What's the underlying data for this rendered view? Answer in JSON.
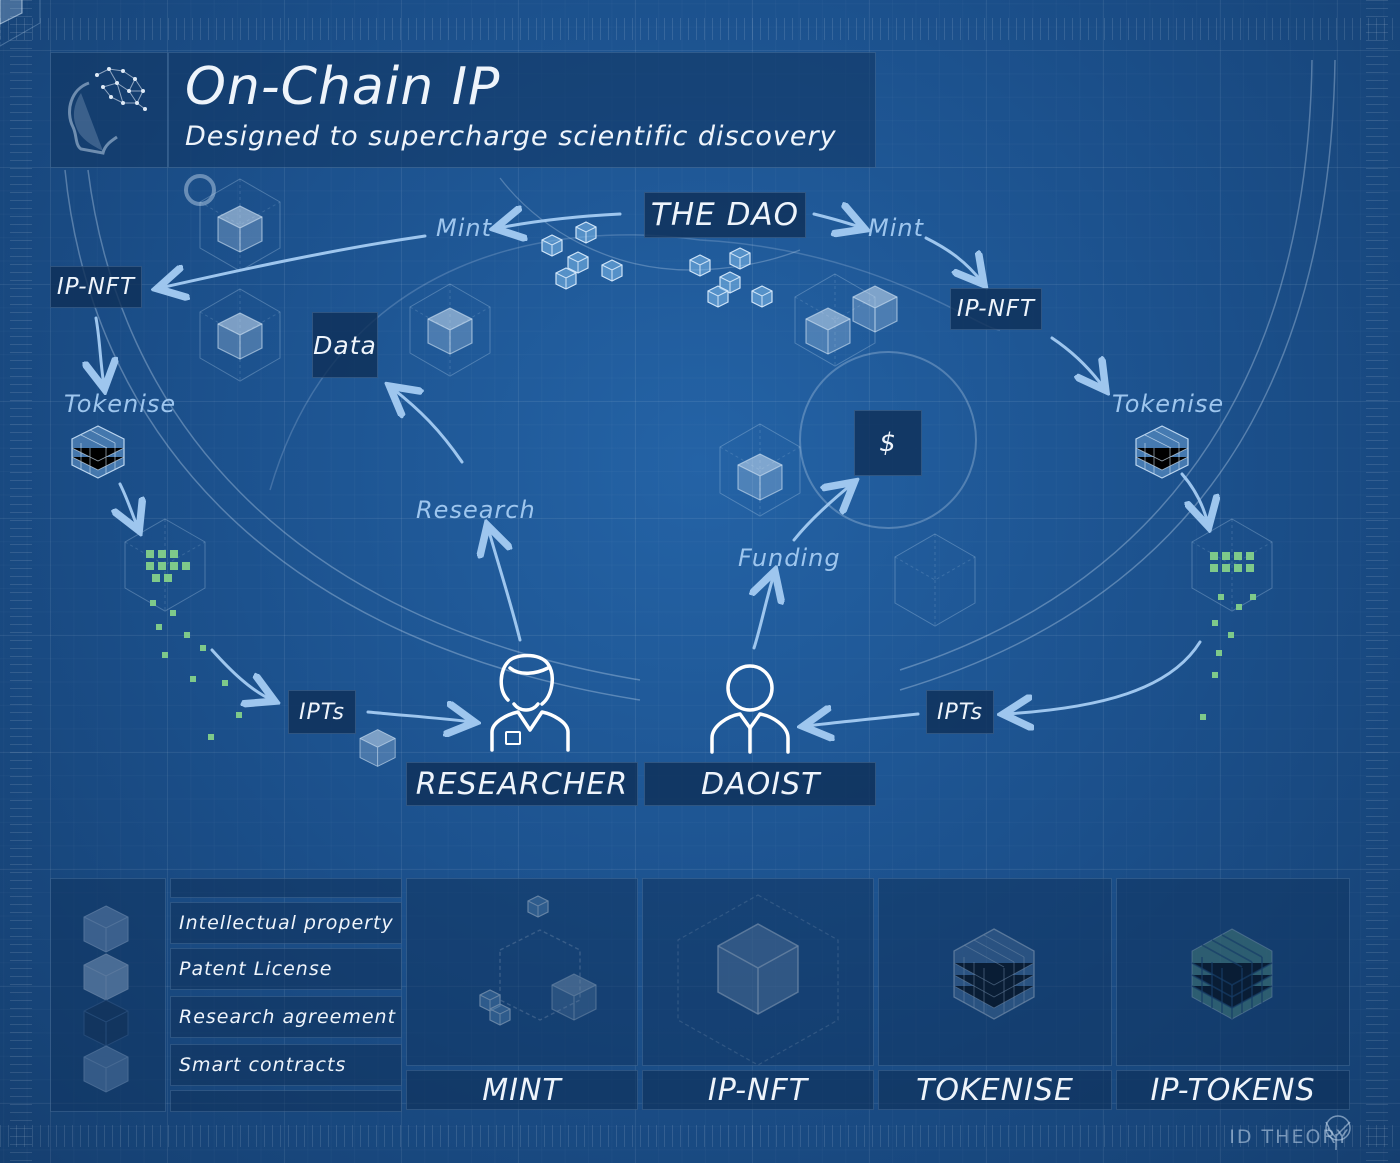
{
  "header": {
    "title": "On-Chain IP",
    "subtitle": "Designed to supercharge scientific discovery"
  },
  "nodes": {
    "the_dao": "THE DAO",
    "ip_nft_left": "IP-NFT",
    "ip_nft_right": "IP-NFT",
    "data": "Data",
    "dollar": "$",
    "ipts_left": "IPTs",
    "ipts_right": "IPTs",
    "researcher": "RESEARCHER",
    "daoist": "DAOIST"
  },
  "flow_labels": {
    "mint_left": "Mint",
    "mint_right": "Mint",
    "tokenise_left": "Tokenise",
    "tokenise_right": "Tokenise",
    "research": "Research",
    "funding": "Funding"
  },
  "legend": {
    "items": [
      "Intellectual property",
      "Patent License",
      "Research agreement",
      "Smart contracts"
    ]
  },
  "panels": [
    "MINT",
    "IP-NFT",
    "TOKENISE",
    "IP-TOKENS"
  ],
  "footer": {
    "brand": "ID THEORY"
  },
  "colors": {
    "background": "#1b4f8a",
    "arrow": "#9ec6ee",
    "text": "#eef4fb",
    "cube_green": "#7ec98a"
  },
  "icons": [
    "brain-head-icon",
    "researcher-icon",
    "daoist-icon",
    "cube-icon",
    "grid-cube-icon",
    "token-cluster-icon",
    "tree-icon"
  ]
}
